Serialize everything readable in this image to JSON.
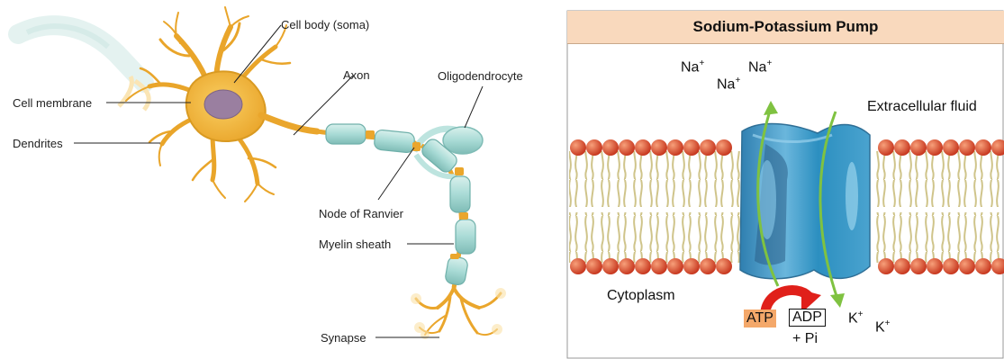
{
  "neuron": {
    "labels": {
      "cell_body": "Cell body (soma)",
      "cell_membrane": "Cell membrane",
      "dendrites": "Dendrites",
      "axon": "Axon",
      "oligodendrocyte": "Oligodendrocyte",
      "node_of_ranvier": "Node of Ranvier",
      "myelin_sheath": "Myelin sheath",
      "synapse": "Synapse"
    }
  },
  "pump": {
    "title": "Sodium-Potassium Pump",
    "na_ion": "Na",
    "k_ion": "K",
    "charge": "+",
    "extracellular": "Extracellular fluid",
    "cytoplasm": "Cytoplasm",
    "atp": "ATP",
    "adp": "ADP",
    "pi": "+ Pi"
  },
  "colors": {
    "neuron_fill": "#f2b43a",
    "neuron_stroke": "#d99a22",
    "nucleus": "#9a7fa0",
    "myelin": "#a9dbd6",
    "phosphate_head": "#d9452a",
    "lipid_tail": "#e3d9a4",
    "protein": "#5aa6cc",
    "arrow_green": "#7fc241",
    "arrow_red": "#e0201a",
    "title_bg": "#f9d9bd",
    "atp_bg": "#f4a86a"
  }
}
